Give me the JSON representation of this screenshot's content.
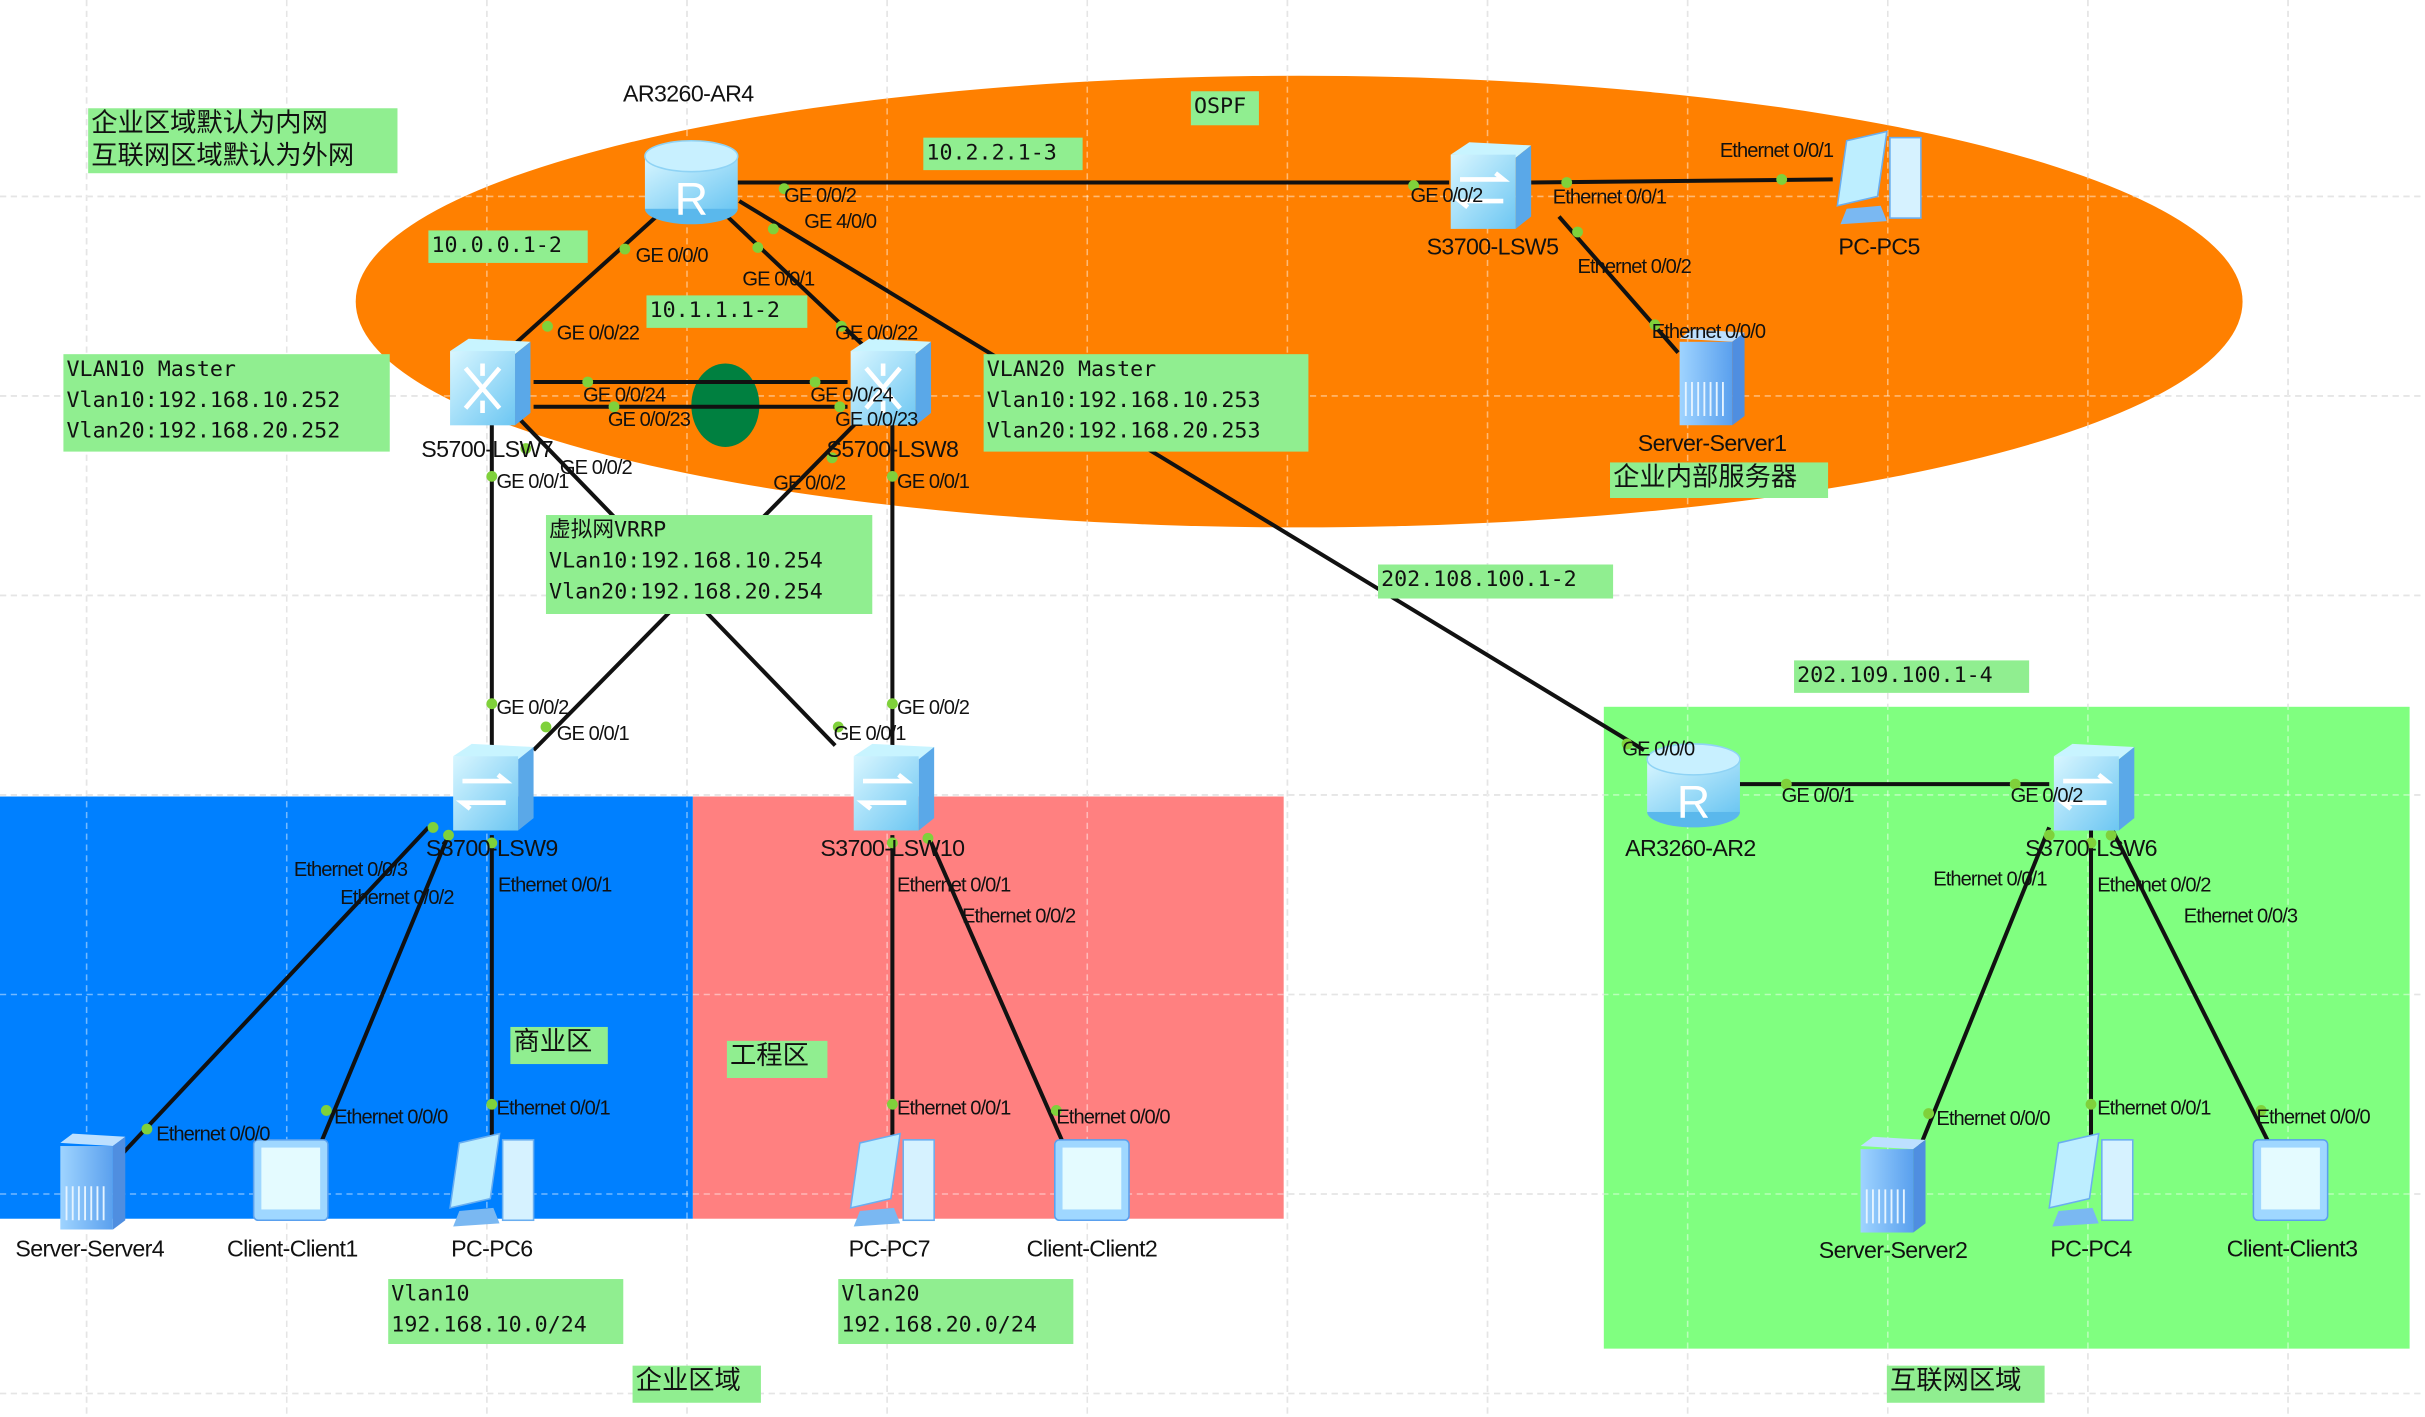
{
  "colors": {
    "enterprise_ellipse": "#ff8000",
    "business_zone": "#0080ff",
    "engineering_zone": "#ff8080",
    "internet_zone": "#80ff80",
    "note_bg": "#90ee90",
    "port_dot": "#7fd13b",
    "link": "#111111"
  },
  "devices": [
    {
      "type": "router",
      "icon": "router-icon",
      "label": "AR3260-AR4"
    },
    {
      "type": "switch",
      "icon": "switch-icon",
      "label": "S3700-LSW5"
    },
    {
      "type": "pc",
      "icon": "pc-icon",
      "label": "PC-PC5"
    },
    {
      "type": "server",
      "icon": "server-icon",
      "label": "Server-Server1"
    },
    {
      "type": "l3switch",
      "icon": "l3-switch-icon",
      "label": "S5700-LSW7"
    },
    {
      "type": "l3switch",
      "icon": "l3-switch-icon",
      "label": "S5700-LSW8"
    },
    {
      "type": "switch",
      "icon": "switch-icon",
      "label": "S3700-LSW9"
    },
    {
      "type": "switch",
      "icon": "switch-icon",
      "label": "S3700-LSW10"
    },
    {
      "type": "server",
      "icon": "server-icon",
      "label": "Server-Server4"
    },
    {
      "type": "client",
      "icon": "client-icon",
      "label": "Client-Client1"
    },
    {
      "type": "pc",
      "icon": "pc-icon",
      "label": "PC-PC6"
    },
    {
      "type": "pc",
      "icon": "pc-icon",
      "label": "PC-PC7"
    },
    {
      "type": "client",
      "icon": "client-icon",
      "label": "Client-Client2"
    },
    {
      "type": "router",
      "icon": "router-icon",
      "label": "AR3260-AR2"
    },
    {
      "type": "switch",
      "icon": "switch-icon",
      "label": "S3700-LSW6"
    },
    {
      "type": "server",
      "icon": "server-icon",
      "label": "Server-Server2"
    },
    {
      "type": "pc",
      "icon": "pc-icon",
      "label": "PC-PC4"
    },
    {
      "type": "client",
      "icon": "client-icon",
      "label": "Client-Client3"
    }
  ],
  "ports": [
    "GE 0/0/2",
    "GE 0/0/0",
    "GE 4/0/0",
    "GE 0/0/1",
    "GE 0/0/22",
    "GE 0/0/22",
    "GE 0/0/24",
    "GE 0/0/23",
    "GE 0/0/24",
    "GE 0/0/23",
    "GE 0/0/2",
    "GE 0/0/1",
    "GE 0/0/2",
    "GE 0/0/1",
    "GE 0/0/2",
    "Ethernet 0/0/1",
    "Ethernet 0/0/1",
    "Ethernet 0/0/2",
    "Ethernet 0/0/0",
    "GE 0/0/2",
    "GE 0/0/1",
    "GE 0/0/2",
    "GE 0/0/1",
    "Ethernet 0/0/3",
    "Ethernet 0/0/2",
    "Ethernet 0/0/1",
    "Ethernet 0/0/2",
    "Ethernet 0/0/1",
    "Ethernet 0/0/0",
    "Ethernet 0/0/0",
    "Ethernet 0/0/1",
    "Ethernet 0/0/1",
    "Ethernet 0/0/0",
    "GE 0/0/0",
    "GE 0/0/1",
    "GE 0/0/2",
    "Ethernet 0/0/1",
    "Ethernet 0/0/3",
    "Ethernet 0/0/2",
    "Ethernet 0/0/0",
    "Ethernet 0/0/1",
    "Ethernet 0/0/0"
  ],
  "notes": {
    "zone_default": "企业区域默认为内网\n互联网区域默认为外网",
    "ospf": "OSPF",
    "net_10_2": "10.2.2.1-3",
    "net_10_0": "10.0.0.1-2",
    "net_10_1": "10.1.1.1-2",
    "vlan10_master": "VLAN10 Master\nVlan10:192.168.10.252\nVlan20:192.168.20.252",
    "vlan20_master": "VLAN20 Master\nVlan10:192.168.10.253\nVlan20:192.168.20.253",
    "internal_servers": "企业内部服务器",
    "vrrp": "虚拟网VRRP\nVLan10:192.168.10.254\nVlan20:192.168.20.254",
    "net_202_108": "202.108.100.1-2",
    "net_202_109": "202.109.100.1-4",
    "business_zone": "商业区",
    "engineering_zone": "工程区",
    "vlan10_subnet": "Vlan10\n192.168.10.0/24",
    "vlan20_subnet": "Vlan20\n192.168.20.0/24",
    "enterprise_zone": "企业区域",
    "internet_zone": "互联网区域"
  }
}
